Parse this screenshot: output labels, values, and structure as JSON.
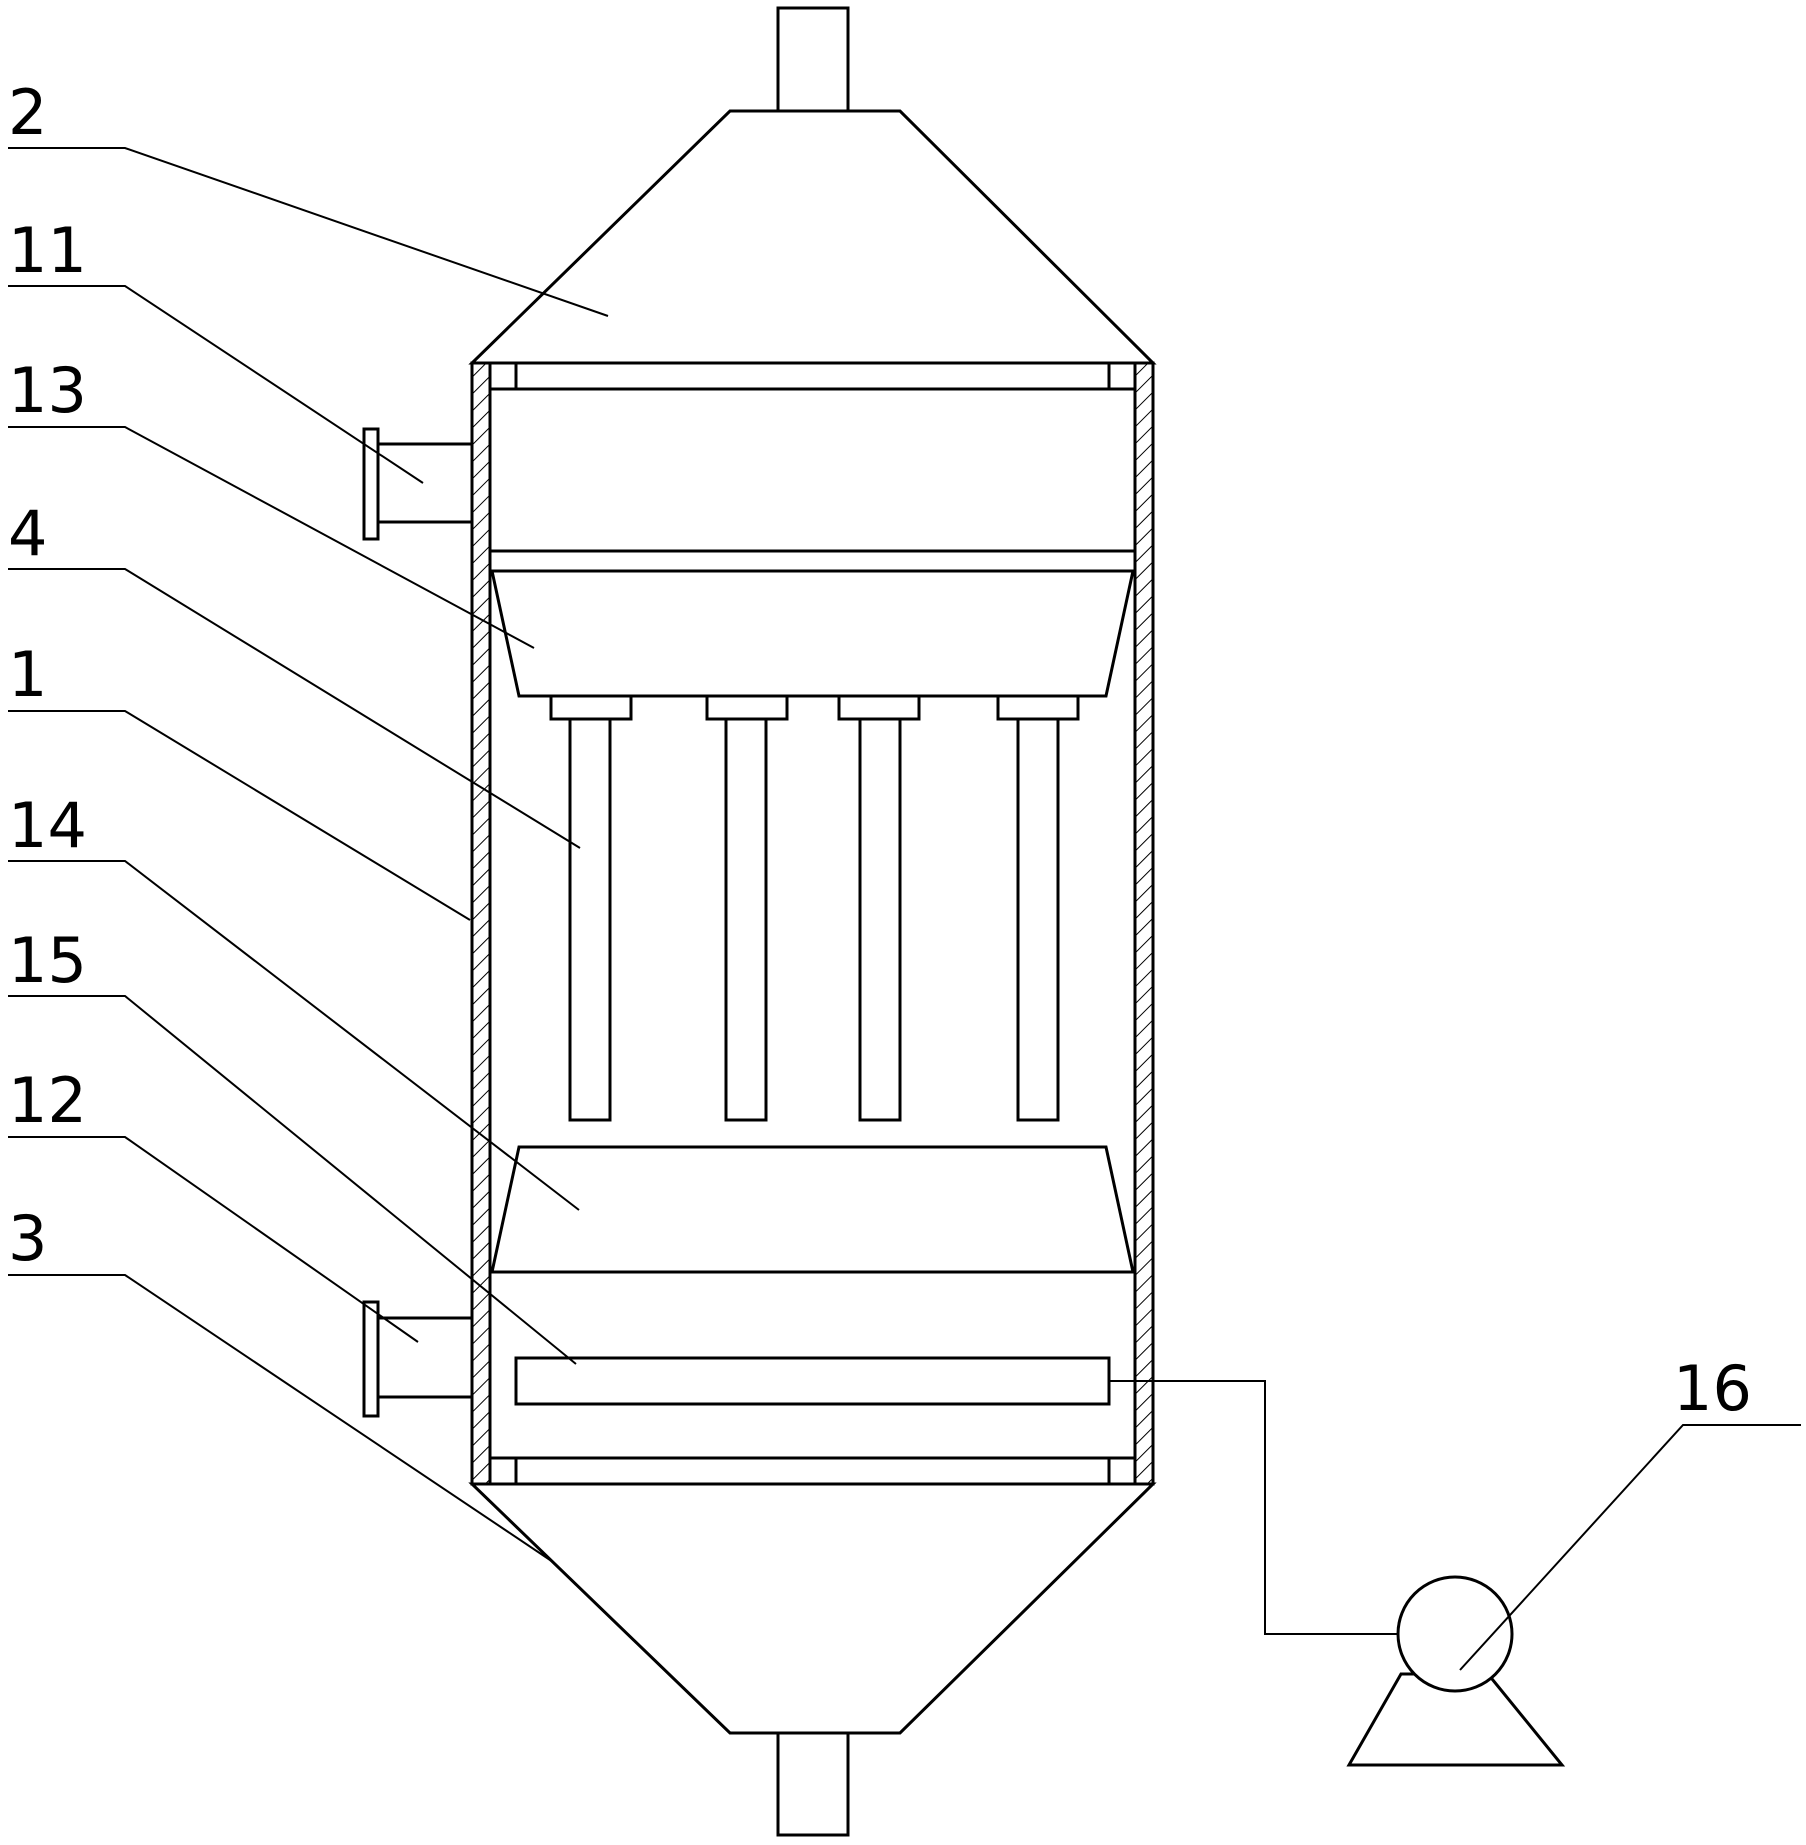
{
  "diagram": {
    "kind": "patent technical drawing",
    "labels": {
      "l2": "2",
      "l11": "11",
      "l13": "13",
      "l4": "4",
      "l1": "1",
      "l14": "14",
      "l15": "15",
      "l12": "12",
      "l3": "3",
      "l16": "16"
    }
  }
}
